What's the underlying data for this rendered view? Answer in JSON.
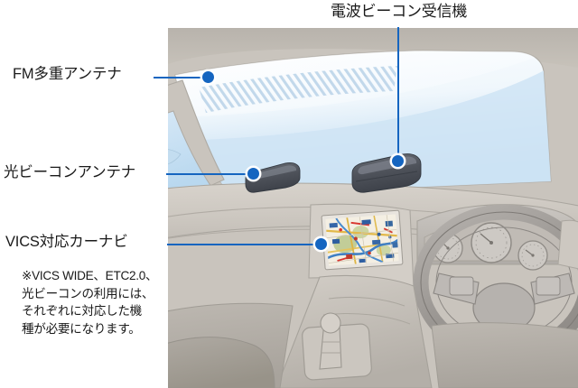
{
  "diagram": {
    "title_context": "VICS car navigation component locations (car interior cutaway illustration)",
    "callouts": [
      {
        "id": "radio-beacon",
        "label": "電波ビーコン受信機",
        "leader": "vertical",
        "hotspot": "dashboard-mounted radio beacon receiver"
      },
      {
        "id": "fm-antenna",
        "label": "FM多重アンテナ",
        "leader": "horizontal",
        "hotspot": "windshield embedded FM multiplex antenna (hatched area)"
      },
      {
        "id": "optical-beacon",
        "label": "光ビーコンアンテナ",
        "leader": "horizontal",
        "hotspot": "optical beacon antenna on dashboard near A-pillar"
      },
      {
        "id": "vics-navi",
        "label": "VICS対応カーナビ",
        "leader": "horizontal",
        "hotspot": "center console navigation display showing map"
      }
    ],
    "note": {
      "lines": [
        "※VICS WIDE、ETC2.0、",
        "光ビーコンの利用には、",
        "それぞれに対応した機",
        "種が必要になります。"
      ]
    },
    "icons": {
      "hotspot_dot": "location-dot-icon",
      "leader_line": "leader-line-icon"
    },
    "colors": {
      "accent_blue": "#1565c0",
      "label_text": "#1a1a1a",
      "interior_gray": "#c9c4bd",
      "windshield_light": "#f4f9fd",
      "windshield_blue": "#c6dff2",
      "device_dark": "#565a63",
      "background": "#ffffff"
    }
  }
}
